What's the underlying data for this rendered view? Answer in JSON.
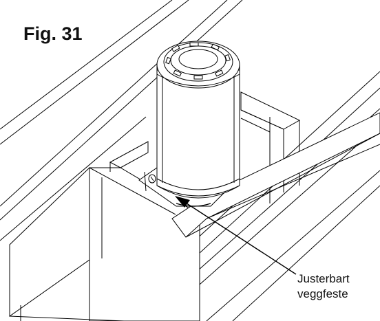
{
  "figure": {
    "label": "Fig. 31",
    "callout_line1": "Justerbart",
    "callout_line2": "veggfeste"
  },
  "colors": {
    "line": "#000000",
    "background": "#ffffff"
  }
}
